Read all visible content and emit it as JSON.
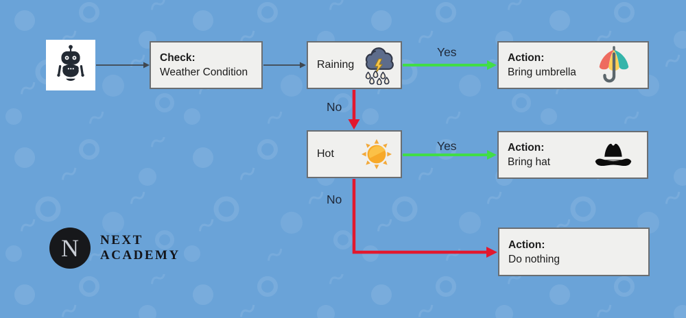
{
  "diagram": {
    "title_hint": "Weather condition decision flowchart",
    "start_node": {
      "icon": "robot-icon"
    },
    "nodes": {
      "check": {
        "title": "Check:",
        "subtitle": "Weather Condition"
      },
      "raining": {
        "label": "Raining",
        "icon": "storm-cloud-rain-icon"
      },
      "hot": {
        "label": "Hot",
        "icon": "sun-icon"
      },
      "action_umbrella": {
        "title": "Action:",
        "subtitle": "Bring umbrella",
        "icon": "umbrella-icon"
      },
      "action_hat": {
        "title": "Action:",
        "subtitle": "Bring hat",
        "icon": "hat-icon"
      },
      "action_nothing": {
        "title": "Action:",
        "subtitle": "Do nothing"
      }
    },
    "edges": {
      "start_to_check": {
        "label": ""
      },
      "check_to_raining": {
        "label": ""
      },
      "raining_yes": {
        "label": "Yes"
      },
      "raining_no": {
        "label": "No"
      },
      "hot_yes": {
        "label": "Yes"
      },
      "hot_no": {
        "label": "No"
      }
    }
  },
  "logo": {
    "monogram": "N",
    "line1": "NEXT",
    "line2": "ACADEMY"
  },
  "colors": {
    "bg": "#6aa3d8",
    "box_fill": "#f0f0ee",
    "box_border": "#6a6e72",
    "ink": "#1b1b1b",
    "edge_ink": "#1f2838",
    "green": "#41dd46",
    "red": "#e2182e",
    "arrow_gray": "#40474f",
    "logo_bg": "#17181b",
    "logo_monogram": "#c9cdd5",
    "logo_ink": "#131419",
    "umb_red": "#ee6b5f",
    "umb_yellow": "#fdd158",
    "umb_teal": "#35b5aa",
    "handle_gray": "#5b666b",
    "sun_main": "#f7a929",
    "sun_light": "#fcc54c",
    "sun_ray": "#f2a93b",
    "cloud_fill": "#5d6c8b",
    "cloud_stroke": "#323848",
    "bolt": "#f7c548",
    "drop_fill": "#f3ecdd",
    "robot": "#232a33",
    "hat": "#0c0c0c"
  }
}
